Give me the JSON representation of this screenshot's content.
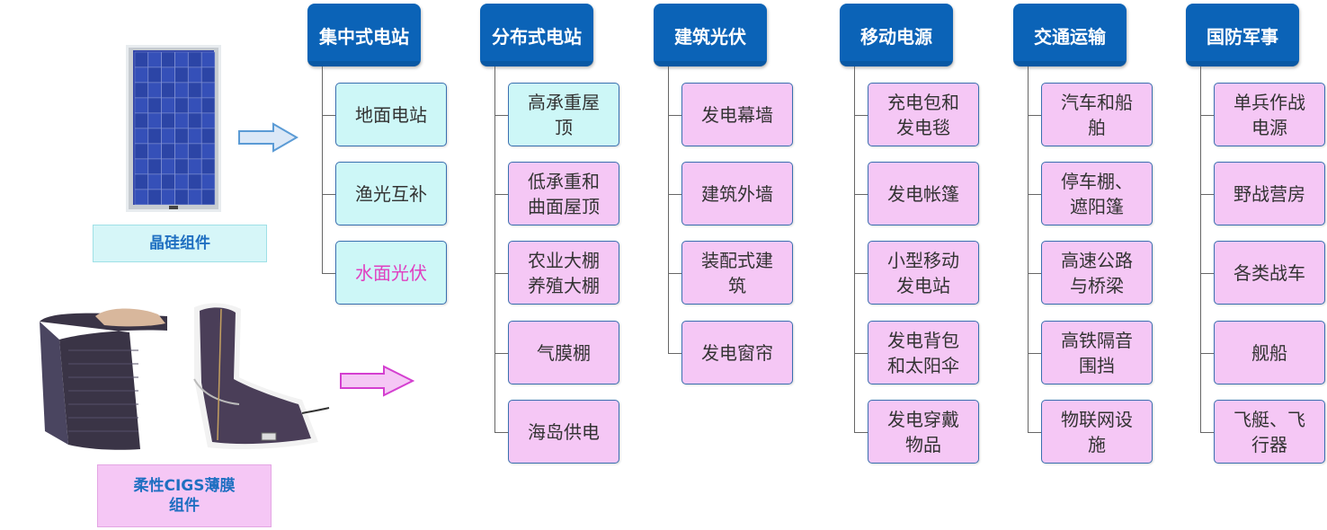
{
  "left": {
    "crystalline_label": "晶硅组件",
    "cigs_label": "柔性CIGS薄膜组件",
    "cigs_label_line1": "柔性CIGS薄膜",
    "cigs_label_line2": "组件"
  },
  "colors": {
    "header_bg": "#0b63b7",
    "item_cyan": "#cdf7f7",
    "item_pink": "#f5c7f5",
    "arrow_blue": "#dbe8f7",
    "arrow_pink": "#f5c7f5",
    "label_blue": "#1f6fc1"
  },
  "categories": [
    {
      "title": "集中式电站",
      "items": [
        {
          "lines": [
            "地面电站"
          ],
          "color": "cyan"
        },
        {
          "lines": [
            "渔光互补"
          ],
          "color": "cyan"
        },
        {
          "lines": [
            "水面光伏"
          ],
          "color": "cyan",
          "text_color": "#e040c0"
        }
      ]
    },
    {
      "title": "分布式电站",
      "items": [
        {
          "lines": [
            "高承重屋",
            "顶"
          ],
          "color": "cyan"
        },
        {
          "lines": [
            "低承重和",
            "曲面屋顶"
          ],
          "color": "pink"
        },
        {
          "lines": [
            "农业大棚",
            "养殖大棚"
          ],
          "color": "pink"
        },
        {
          "lines": [
            "气膜棚"
          ],
          "color": "pink"
        },
        {
          "lines": [
            "海岛供电"
          ],
          "color": "pink"
        }
      ]
    },
    {
      "title": "建筑光伏",
      "items": [
        {
          "lines": [
            "发电幕墙"
          ],
          "color": "pink"
        },
        {
          "lines": [
            "建筑外墙"
          ],
          "color": "pink"
        },
        {
          "lines": [
            "装配式建",
            "筑"
          ],
          "color": "pink"
        },
        {
          "lines": [
            "发电窗帘"
          ],
          "color": "pink"
        }
      ]
    },
    {
      "title": "移动电源",
      "items": [
        {
          "lines": [
            "充电包和",
            "发电毯"
          ],
          "color": "pink"
        },
        {
          "lines": [
            "发电帐篷"
          ],
          "color": "pink"
        },
        {
          "lines": [
            "小型移动",
            "发电站"
          ],
          "color": "pink"
        },
        {
          "lines": [
            "发电背包",
            "和太阳伞"
          ],
          "color": "pink"
        },
        {
          "lines": [
            "发电穿戴",
            "物品"
          ],
          "color": "pink"
        }
      ]
    },
    {
      "title": "交通运输",
      "items": [
        {
          "lines": [
            "汽车和船",
            "舶"
          ],
          "color": "pink"
        },
        {
          "lines": [
            "停车棚、",
            "遮阳篷"
          ],
          "color": "pink"
        },
        {
          "lines": [
            "高速公路",
            "与桥梁"
          ],
          "color": "pink"
        },
        {
          "lines": [
            "高铁隔音",
            "围挡"
          ],
          "color": "pink"
        },
        {
          "lines": [
            "物联网设",
            "施"
          ],
          "color": "pink"
        }
      ]
    },
    {
      "title": "国防军事",
      "items": [
        {
          "lines": [
            "单兵作战",
            "电源"
          ],
          "color": "pink"
        },
        {
          "lines": [
            "野战营房"
          ],
          "color": "pink"
        },
        {
          "lines": [
            "各类战车"
          ],
          "color": "pink"
        },
        {
          "lines": [
            "舰船"
          ],
          "color": "pink"
        },
        {
          "lines": [
            "飞艇、飞",
            "行器"
          ],
          "color": "pink"
        }
      ]
    }
  ]
}
